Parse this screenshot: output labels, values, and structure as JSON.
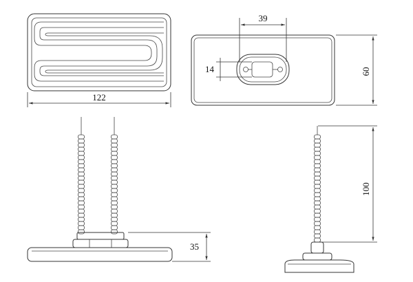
{
  "dimensions": {
    "width": "122",
    "height": "60",
    "terminal_spacing": "39",
    "terminal_height": "14",
    "body_height": "35",
    "lead_length": "100"
  },
  "colors": {
    "line": "#333333",
    "background": "#ffffff"
  }
}
